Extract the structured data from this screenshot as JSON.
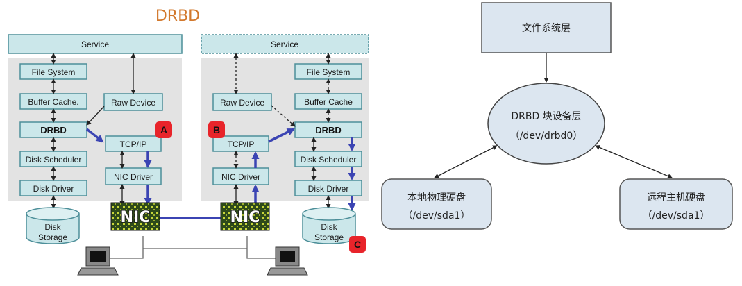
{
  "left_diagram": {
    "title": "DRBD",
    "node_a": {
      "service": "Service",
      "file_system": "File System",
      "buffer_cache": "Buffer Cache.",
      "raw_device": "Raw Device",
      "drbd": "DRBD",
      "tcpip": "TCP/IP",
      "disk_scheduler": "Disk Scheduler",
      "nic_driver": "NIC Driver",
      "disk_driver": "Disk Driver",
      "nic": "NIC",
      "disk_storage_line1": "Disk",
      "disk_storage_line2": "Storage"
    },
    "node_b": {
      "service": "Service",
      "file_system": "File System",
      "raw_device": "Raw Device",
      "buffer_cache": "Buffer Cache",
      "tcpip": "TCP/IP",
      "drbd": "DRBD",
      "nic_driver": "NIC Driver",
      "disk_scheduler": "Disk Scheduler",
      "disk_driver": "Disk Driver",
      "nic": "NIC",
      "disk_storage_line1": "Disk",
      "disk_storage_line2": "Storage"
    },
    "badges": {
      "a": "A",
      "b": "B",
      "c": "C"
    },
    "colors": {
      "box_fill": "#cbe7ea",
      "box_stroke": "#4d8f99",
      "panel_fill": "#e3e3e3",
      "flow_arrow": "#3b44b3",
      "badge_red": "#e8242a",
      "title_orange": "#d2782c",
      "nic_green": "#2e4a1a"
    }
  },
  "right_diagram": {
    "fs_layer": "文件系统层",
    "drbd_layer_line1": "DRBD 块设备层",
    "drbd_layer_line2": "（/dev/drbd0）",
    "local_disk_line1": "本地物理硬盘",
    "local_disk_line2": "（/dev/sda1）",
    "remote_disk_line1": "远程主机硬盘",
    "remote_disk_line2": "（/dev/sda1）",
    "colors": {
      "node_fill": "#dce6f0",
      "node_stroke": "#555555"
    }
  }
}
